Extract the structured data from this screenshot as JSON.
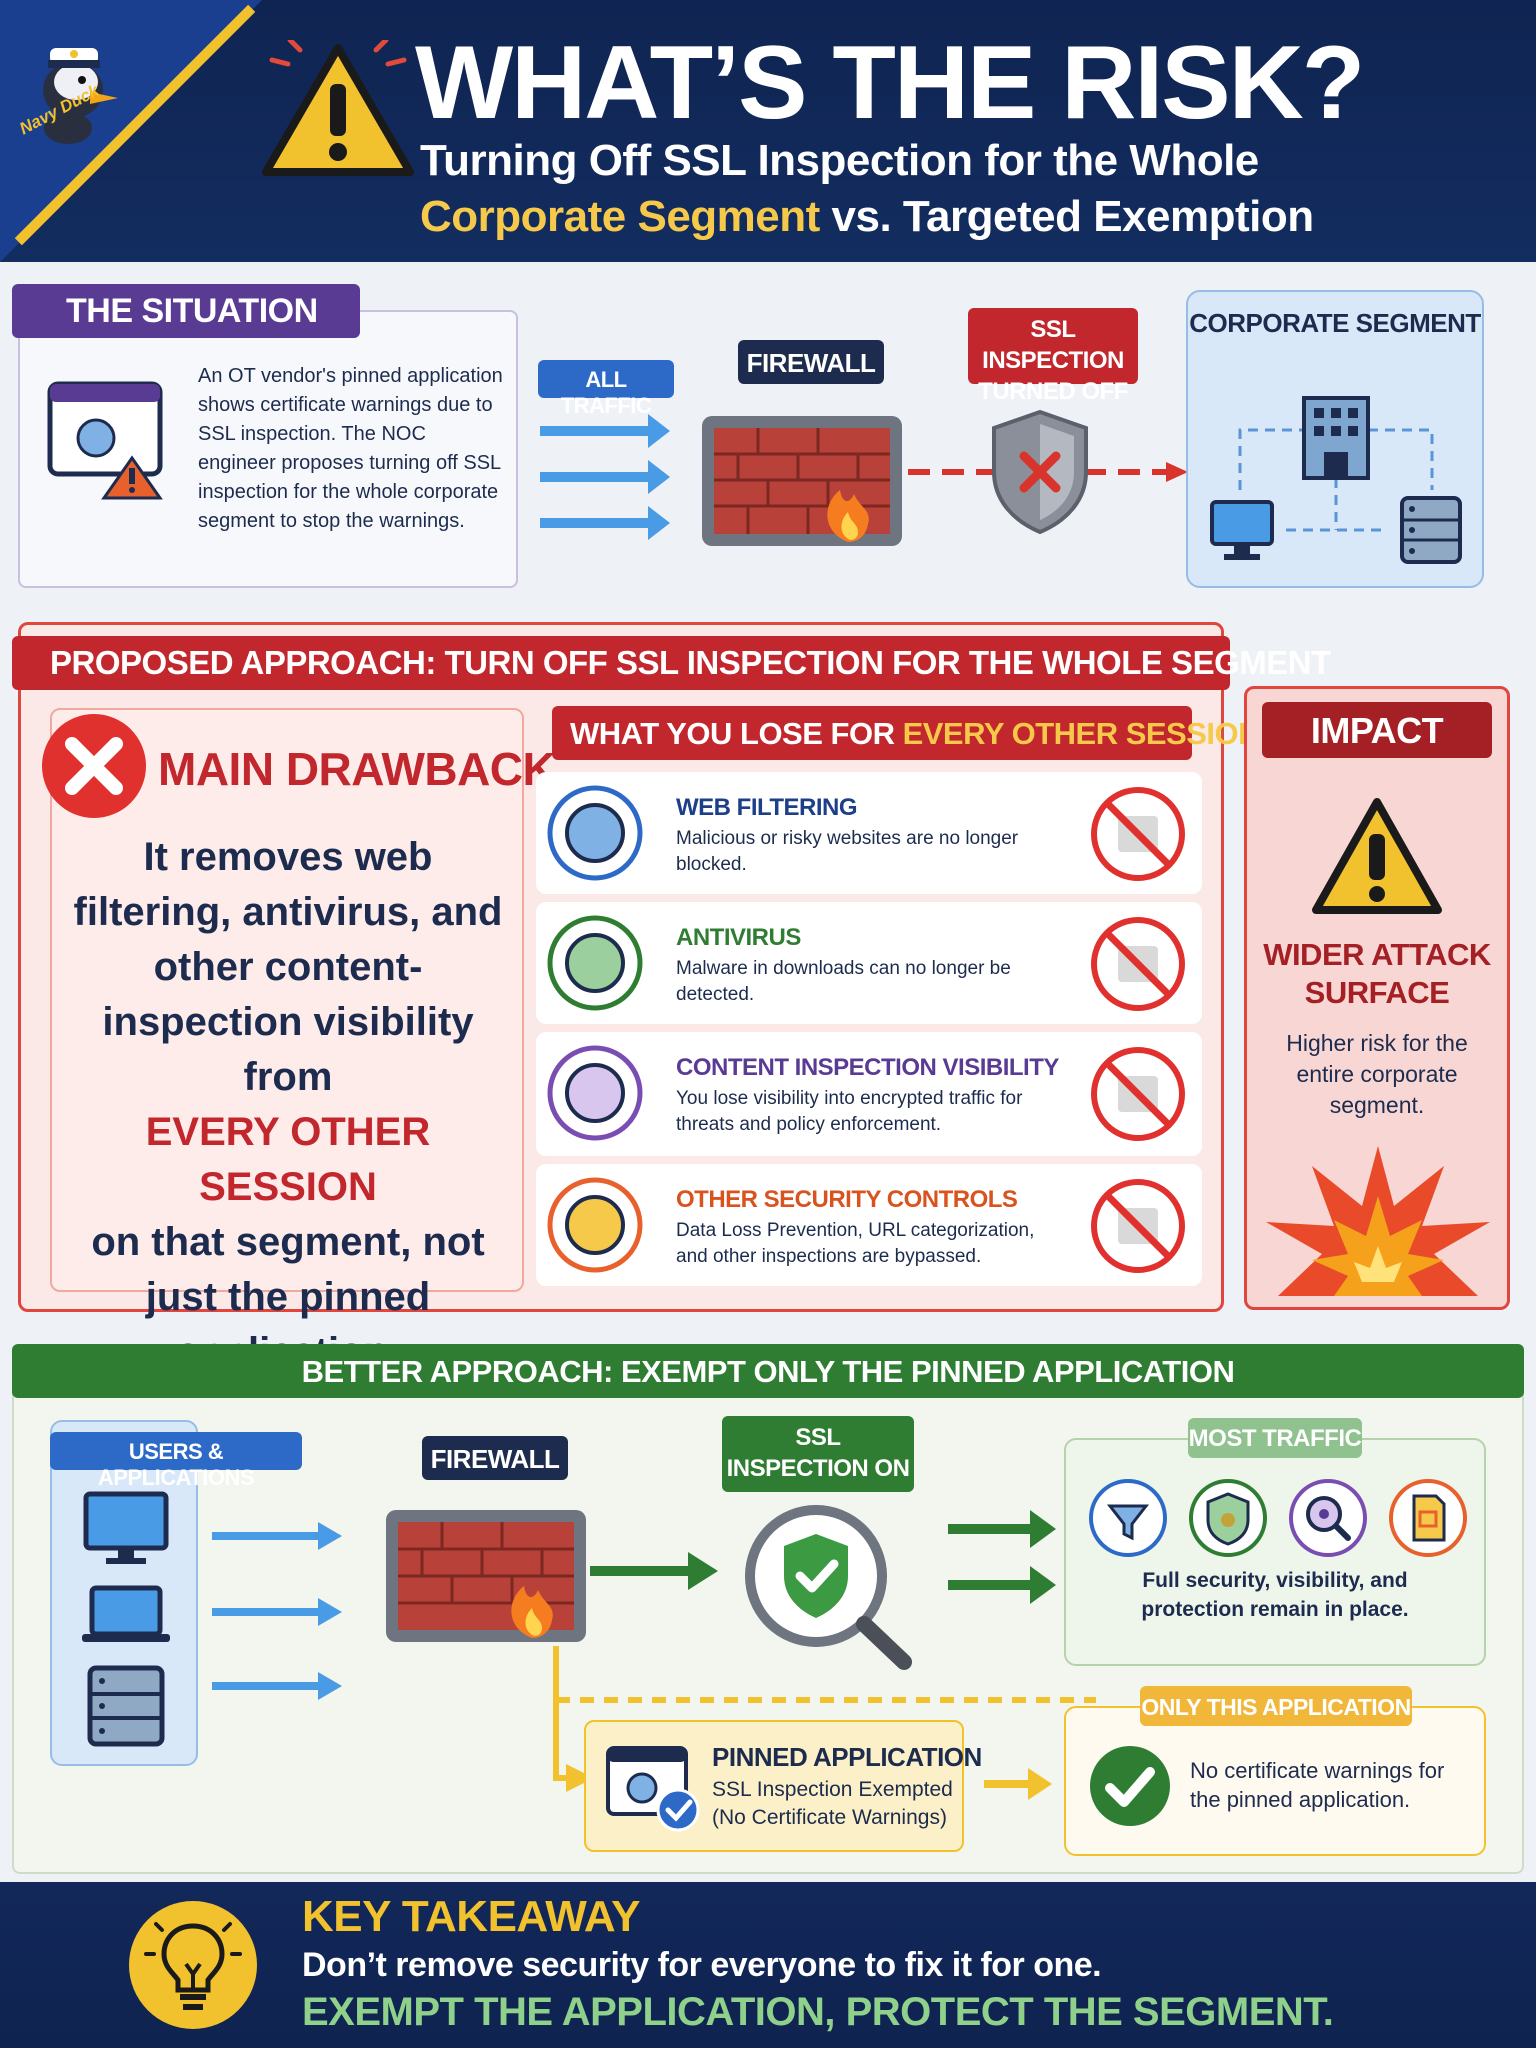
{
  "header": {
    "brand": "Navy Duck",
    "title": "WHAT’S THE RISK?",
    "subtitle_line1": "Turning Off SSL Inspection for the Whole",
    "subtitle_highlight": "Corporate Segment",
    "subtitle_rest": " vs. Targeted Exemption"
  },
  "situation": {
    "heading": "THE SITUATION",
    "text": "An OT vendor's pinned application shows certificate warnings due to SSL inspection. The NOC engineer proposes turning off SSL inspection for the whole corporate segment to stop the warnings.",
    "all_traffic": "ALL TRAFFIC",
    "firewall": "FIREWALL",
    "ssl_off": "SSL INSPECTION TURNED OFF",
    "corporate": "CORPORATE SEGMENT"
  },
  "proposed": {
    "heading": "PROPOSED APPROACH: TURN OFF SSL INSPECTION FOR THE WHOLE SEGMENT",
    "drawback_title": "MAIN DRAWBACK",
    "drawback_text": "It removes web filtering, antivirus, and other content-inspection visibility from",
    "drawback_highlight": "EVERY OTHER SESSION",
    "drawback_end": "on that segment, not just the pinned application.",
    "lose_heading": "WHAT YOU LOSE FOR ",
    "lose_highlight": "EVERY OTHER SESSION",
    "items": [
      {
        "title": "WEB FILTERING",
        "text": "Malicious or risky websites are no longer blocked.",
        "icon": "web-filter-icon"
      },
      {
        "title": "ANTIVIRUS",
        "text": "Malware in downloads can no longer be detected.",
        "icon": "antivirus-icon"
      },
      {
        "title": "CONTENT INSPECTION VISIBILITY",
        "text": "You lose visibility into encrypted traffic for threats and policy enforcement.",
        "icon": "inspection-icon"
      },
      {
        "title": "OTHER SECURITY CONTROLS",
        "text": "Data Loss Prevention, URL categorization, and other inspections are bypassed.",
        "icon": "document-icon"
      }
    ],
    "impact_heading": "IMPACT",
    "impact_title": "WIDER ATTACK SURFACE",
    "impact_text": "Higher risk for the entire corporate segment."
  },
  "better": {
    "heading": "BETTER APPROACH: EXEMPT ONLY THE PINNED APPLICATION",
    "users": "USERS & APPLICATIONS",
    "firewall": "FIREWALL",
    "ssl_on": "SSL INSPECTION ON",
    "most_traffic": "MOST TRAFFIC",
    "most_text": "Full security, visibility, and protection remain in place.",
    "pinned_title": "PINNED APPLICATION",
    "pinned_line1": "SSL Inspection Exempted",
    "pinned_line2": "(No Certificate Warnings)",
    "only_app": "ONLY THIS APPLICATION",
    "only_text": "No certificate warnings for the pinned application."
  },
  "takeaway": {
    "heading": "KEY TAKEAWAY",
    "line1": "Don’t remove security for everyone to fix it for one.",
    "line2": "EXEMPT THE APPLICATION, PROTECT THE SEGMENT."
  },
  "colors": {
    "navy": "#12285a",
    "red": "#c1272d",
    "green": "#2e7d32",
    "gold": "#f2c12e",
    "purple": "#5a3b94",
    "blue": "#2d6ac8"
  }
}
